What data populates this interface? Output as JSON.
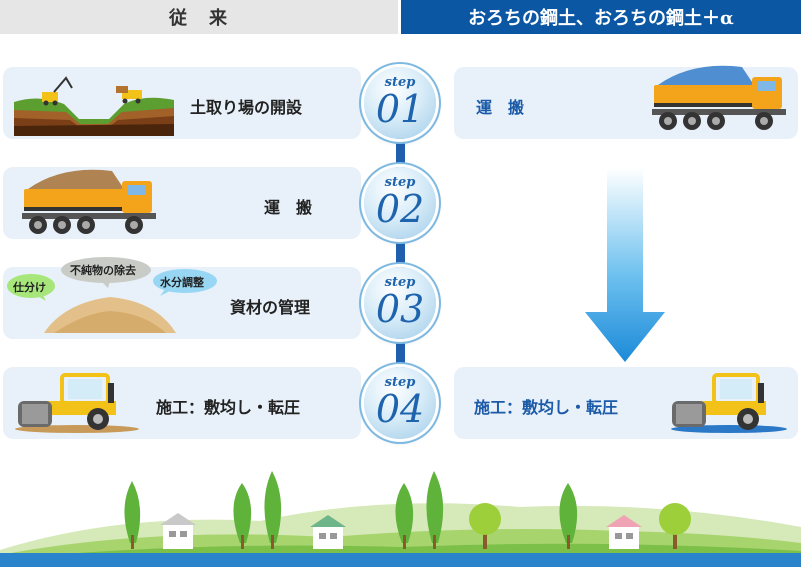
{
  "header": {
    "left_title": "従　来",
    "right_title": "おろちの鋼土、おろちの鋼土＋α"
  },
  "left_steps": [
    {
      "label": "土取り場の開設"
    },
    {
      "label": "運　搬"
    },
    {
      "label": "資材の管理",
      "bubbles": [
        "仕分け",
        "不純物の除去",
        "水分調整"
      ]
    },
    {
      "label": "施工：敷均し・転圧"
    }
  ],
  "steps": [
    {
      "word": "step",
      "number": "01"
    },
    {
      "word": "step",
      "number": "02"
    },
    {
      "word": "step",
      "number": "03"
    },
    {
      "word": "step",
      "number": "04"
    }
  ],
  "right_steps": [
    {
      "label": "運　搬"
    },
    {
      "label": "施工：敷均し・転圧"
    }
  ],
  "colors": {
    "header_right": "#0b57a3",
    "header_left": "#e6e6e6",
    "card": "#e8f1f9",
    "accent_blue": "#1f5fae",
    "arrow": "#2f95dc"
  }
}
